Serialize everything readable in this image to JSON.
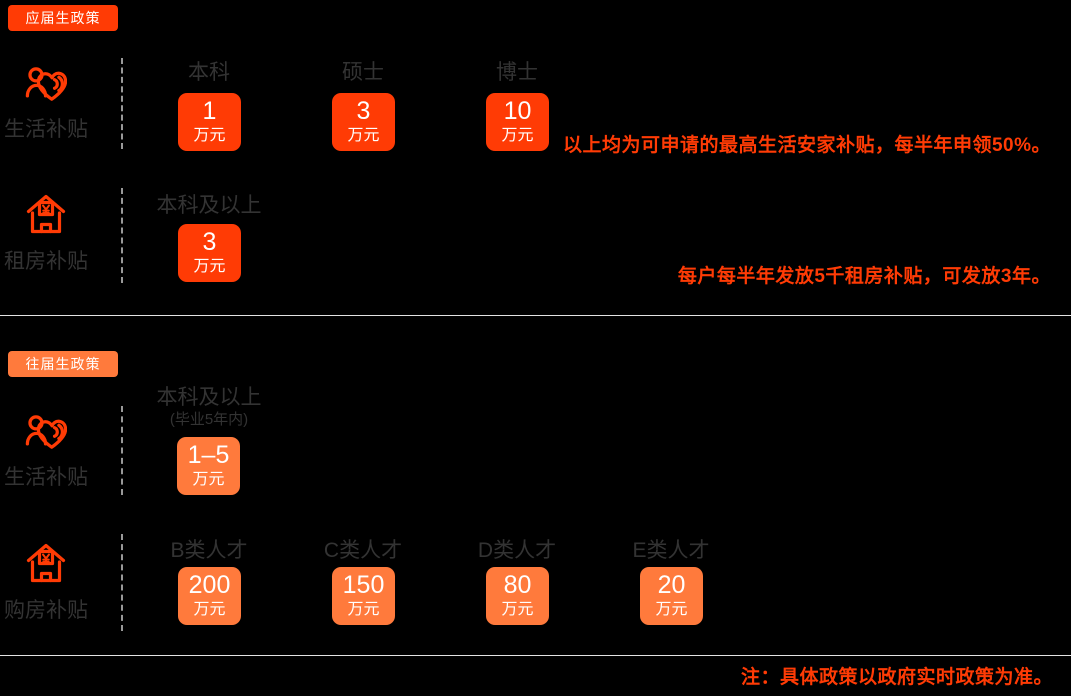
{
  "colors": {
    "accent_red": "#ff3b05",
    "accent_orange": "#ff7a3c",
    "text_dark": "#333333",
    "divider_gray": "#e3e3e3",
    "dash_gray": "#999999",
    "box_text": "#ffffff"
  },
  "section_fresh": {
    "badge": "应届生政策",
    "living": {
      "icon": "person-heart-icon",
      "label": "生活补贴",
      "columns": [
        {
          "header": "本科",
          "value": "1",
          "unit": "万元"
        },
        {
          "header": "硕士",
          "value": "3",
          "unit": "万元"
        },
        {
          "header": "博士",
          "value": "10",
          "unit": "万元"
        }
      ],
      "note": "以上均为可申请的最高生活安家补贴，每半年申领50%。"
    },
    "rent": {
      "icon": "house-yen-icon",
      "label": "租房补贴",
      "columns": [
        {
          "header": "本科及以上",
          "value": "3",
          "unit": "万元"
        }
      ],
      "note": "每户每半年发放5千租房补贴，可发放3年。"
    }
  },
  "section_previous": {
    "badge": "往届生政策",
    "living": {
      "icon": "person-heart-icon",
      "label": "生活补贴",
      "columns": [
        {
          "header": "本科及以上",
          "subheader": "(毕业5年内)",
          "value": "1–5",
          "unit": "万元"
        }
      ]
    },
    "purchase": {
      "icon": "house-yen-icon",
      "label": "购房补贴",
      "columns": [
        {
          "header": "B类人才",
          "value": "200",
          "unit": "万元"
        },
        {
          "header": "C类人才",
          "value": "150",
          "unit": "万元"
        },
        {
          "header": "D类人才",
          "value": "80",
          "unit": "万元"
        },
        {
          "header": "E类人才",
          "value": "20",
          "unit": "万元"
        }
      ]
    }
  },
  "footer": {
    "note": "注：具体政策以政府实时政策为准。"
  }
}
